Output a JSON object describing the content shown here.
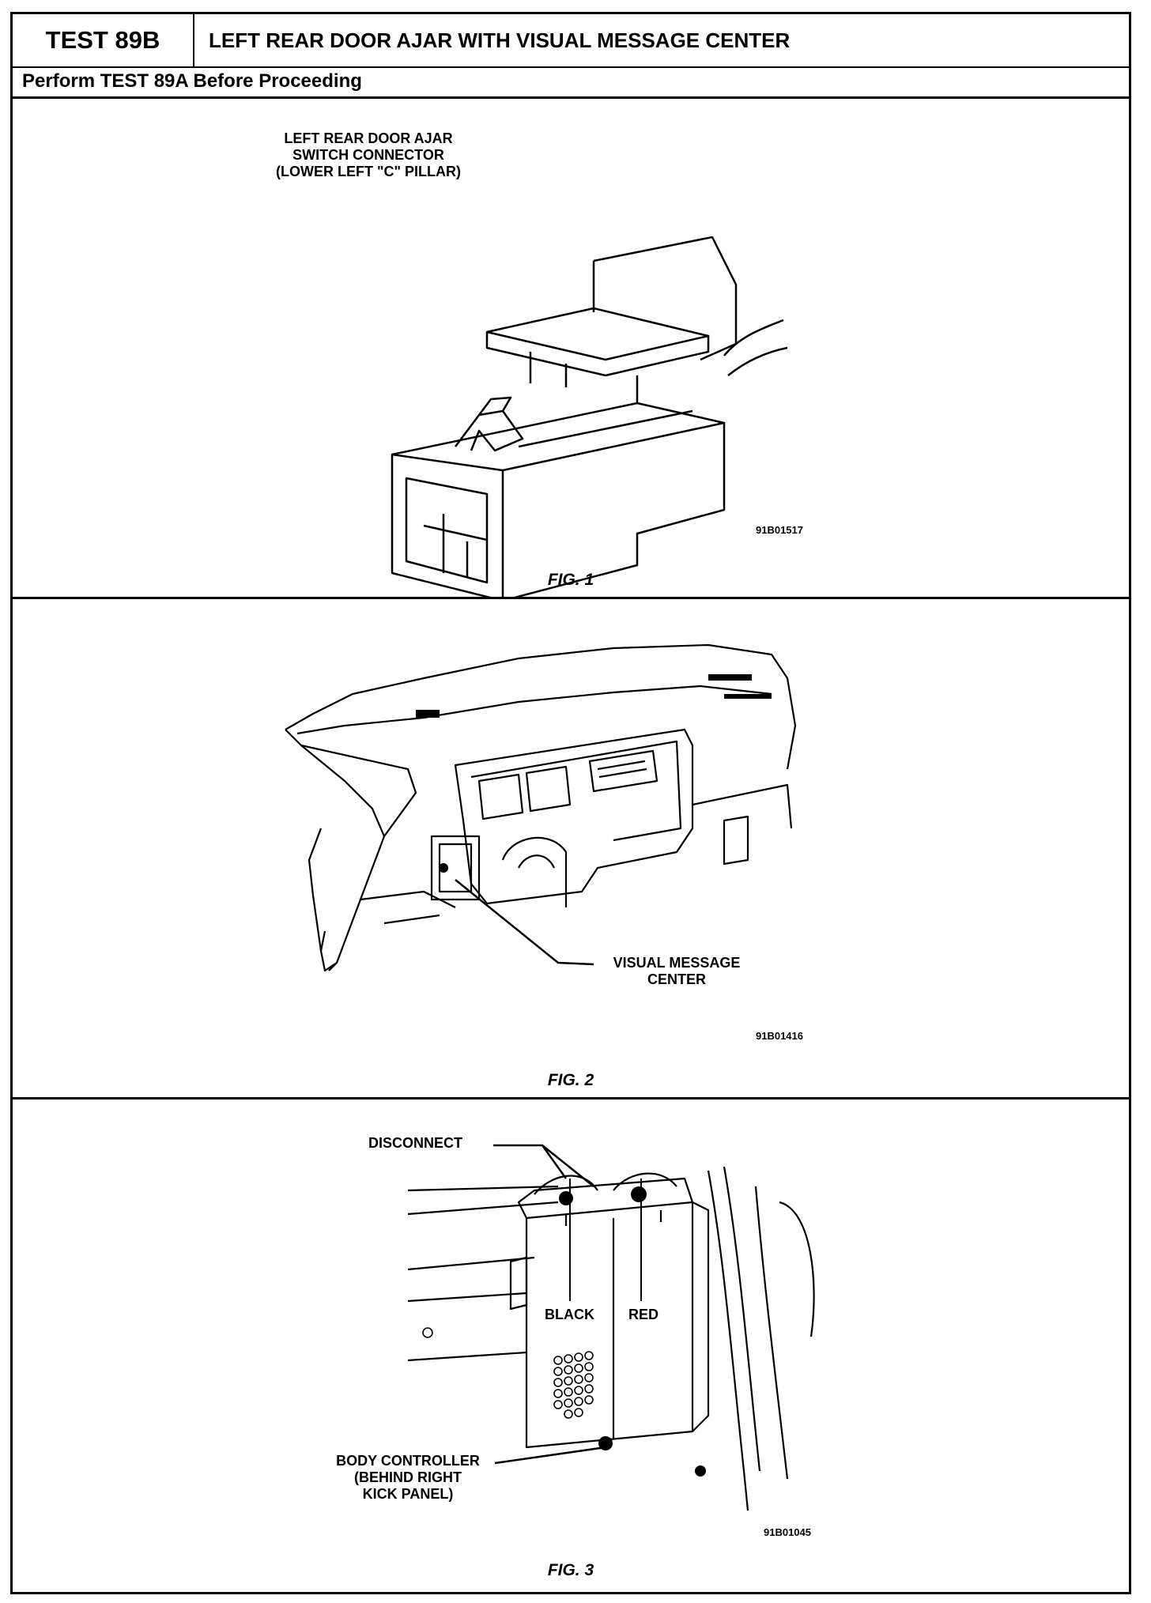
{
  "header": {
    "test_id": "TEST 89B",
    "title": "LEFT REAR DOOR AJAR WITH VISUAL MESSAGE CENTER",
    "subtitle": "Perform TEST 89A Before Proceeding"
  },
  "figures": [
    {
      "caption": "FIG. 1",
      "code": "91B01517",
      "callouts": [
        "LEFT REAR DOOR AJAR",
        "SWITCH CONNECTOR",
        "(LOWER LEFT \"C\" PILLAR)"
      ]
    },
    {
      "caption": "FIG. 2",
      "code": "91B01416",
      "callouts": [
        "VISUAL MESSAGE",
        "CENTER"
      ]
    },
    {
      "caption": "FIG. 3",
      "code": "91B01045",
      "callouts": {
        "disconnect": "DISCONNECT",
        "black": "BLACK",
        "red": "RED",
        "body_controller": [
          "BODY CONTROLLER",
          "(BEHIND RIGHT",
          "KICK PANEL)"
        ]
      }
    }
  ]
}
